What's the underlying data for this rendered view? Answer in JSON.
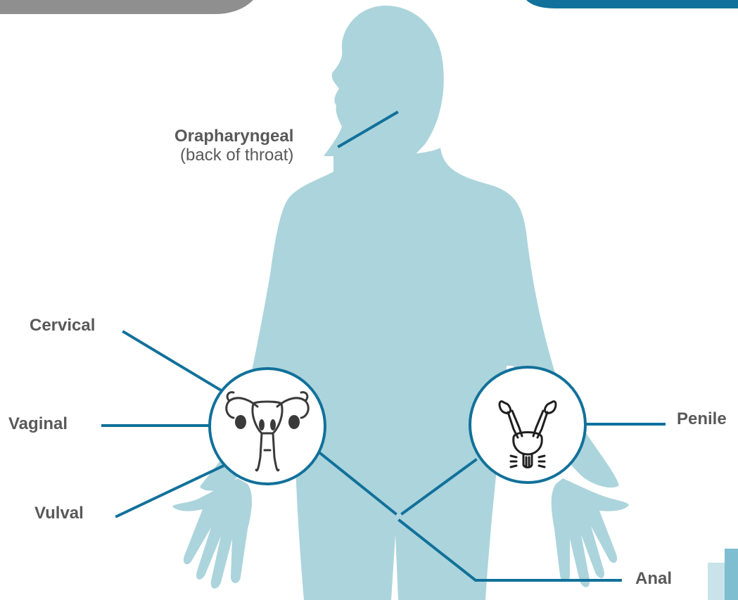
{
  "labels": {
    "oropharyngeal_title": "Orapharyngeal",
    "oropharyngeal_note": "(back of throat)",
    "cervical": "Cervical",
    "vaginal": "Vaginal",
    "vulval": "Vulval",
    "penile": "Penile",
    "anal": "Anal"
  },
  "icons": {
    "female_reproductive": "uterus-icon",
    "male_urogenital": "male-urogenital-icon"
  },
  "colors": {
    "body_silhouette": "#acd4dc",
    "connector": "#11719a",
    "label_text": "#595959",
    "icon_stroke": "#3a3a3a",
    "top_left_tab": "#8f8f8f",
    "top_right_tab": "#11719a"
  }
}
